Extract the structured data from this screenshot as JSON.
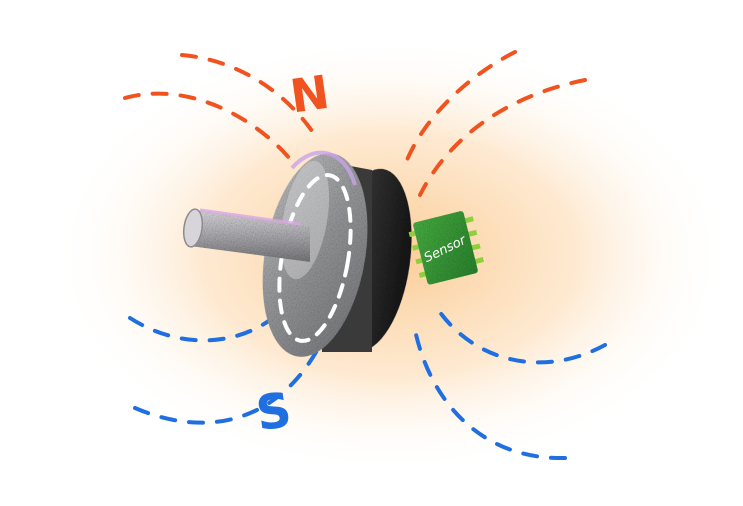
{
  "labels": {
    "north": "N",
    "south": "S",
    "sensor": "Sensor"
  },
  "colors": {
    "north_field": "#f0531f",
    "south_field": "#1f6fe0",
    "glow": "#fcd9ac",
    "disk_face": "#a7a9ab",
    "disk_rim": "#2b2b2b",
    "shaft": "#b8b8bc",
    "sensor_chip": "#3fa83a",
    "sensor_pins": "#8fcf3e"
  }
}
